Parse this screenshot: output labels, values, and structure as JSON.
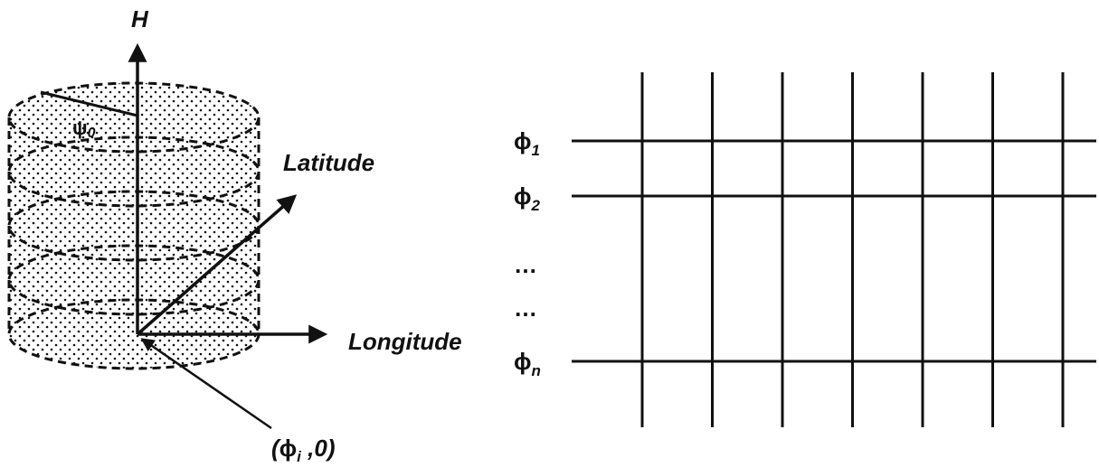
{
  "cylinder_figure": {
    "axis_h_label": "H",
    "radius_label": "ψ",
    "radius_label_sub": "0",
    "latitude_label": "Latitude",
    "longitude_label": "Longitude",
    "origin_label_open": "(",
    "origin_label_phi": "ϕ",
    "origin_label_sub": "i",
    "origin_label_rest": " ,0)",
    "slice_count": 5
  },
  "grid_figure": {
    "row_labels": [
      {
        "symbol": "ϕ",
        "sub": "1"
      },
      {
        "symbol": "ϕ",
        "sub": "2"
      },
      {
        "symbol": "…",
        "sub": ""
      },
      {
        "symbol": "…",
        "sub": ""
      },
      {
        "symbol": "ϕ",
        "sub": "n"
      }
    ],
    "vertical_line_count": 7,
    "horizontal_line_count": 3
  },
  "colors": {
    "ink": "#111111",
    "background": "#ffffff"
  }
}
